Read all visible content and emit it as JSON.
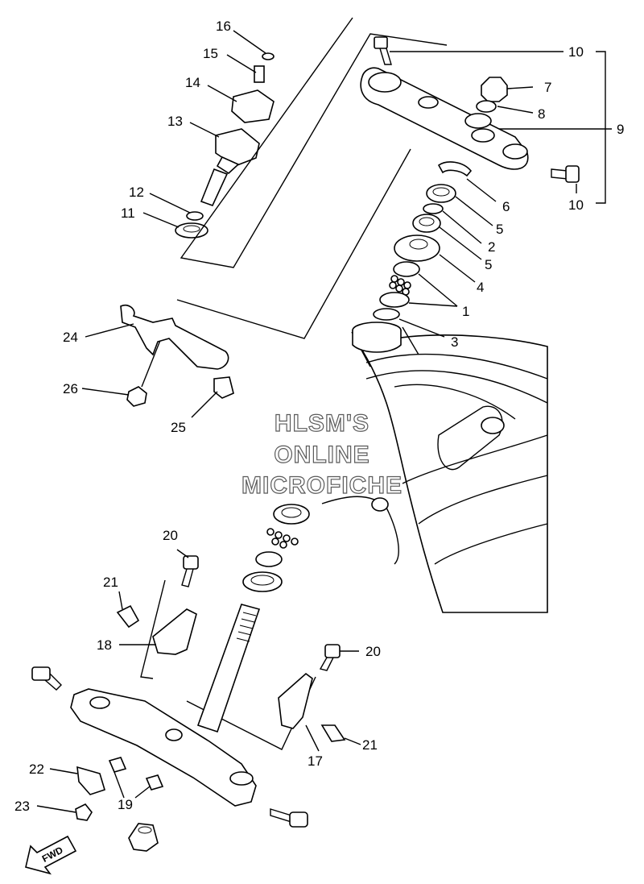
{
  "diagram": {
    "watermark": [
      "HLSM'S",
      "ONLINE",
      "MICROFICHE"
    ],
    "fwd_label": "FWD",
    "callouts": [
      {
        "id": "c1",
        "text": "1"
      },
      {
        "id": "c2",
        "text": "2"
      },
      {
        "id": "c3",
        "text": "3"
      },
      {
        "id": "c4",
        "text": "4"
      },
      {
        "id": "c5a",
        "text": "5"
      },
      {
        "id": "c5b",
        "text": "5"
      },
      {
        "id": "c6",
        "text": "6"
      },
      {
        "id": "c7",
        "text": "7"
      },
      {
        "id": "c8",
        "text": "8"
      },
      {
        "id": "c9",
        "text": "9"
      },
      {
        "id": "c10a",
        "text": "10"
      },
      {
        "id": "c10b",
        "text": "10"
      },
      {
        "id": "c11",
        "text": "11"
      },
      {
        "id": "c12",
        "text": "12"
      },
      {
        "id": "c13",
        "text": "13"
      },
      {
        "id": "c14",
        "text": "14"
      },
      {
        "id": "c15",
        "text": "15"
      },
      {
        "id": "c16",
        "text": "16"
      },
      {
        "id": "c17",
        "text": "17"
      },
      {
        "id": "c18",
        "text": "18"
      },
      {
        "id": "c19",
        "text": "19"
      },
      {
        "id": "c20a",
        "text": "20"
      },
      {
        "id": "c20b",
        "text": "20"
      },
      {
        "id": "c21a",
        "text": "21"
      },
      {
        "id": "c21b",
        "text": "21"
      },
      {
        "id": "c22",
        "text": "22"
      },
      {
        "id": "c23",
        "text": "23"
      },
      {
        "id": "c24",
        "text": "24"
      },
      {
        "id": "c25",
        "text": "25"
      },
      {
        "id": "c26",
        "text": "26"
      }
    ]
  }
}
